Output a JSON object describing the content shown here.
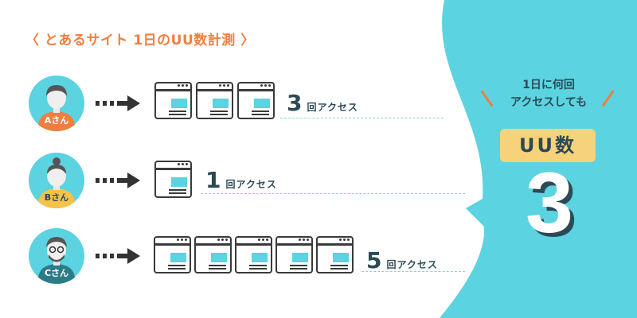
{
  "title": "〈 とあるサイト 1日のUU数計測 〉",
  "users": [
    {
      "label": "Aさん",
      "visits": 3,
      "unit": "回アクセス",
      "shirt_color": "#f07e3f"
    },
    {
      "label": "Bさん",
      "visits": 1,
      "unit": "回アクセス",
      "shirt_color": "#f6c24a"
    },
    {
      "label": "Cさん",
      "visits": 5,
      "unit": "回アクセス",
      "shirt_color": "#2c7c88"
    }
  ],
  "result": {
    "line1": "1日に何回",
    "line2": "アクセスしても",
    "badge": "UU数",
    "value": "3"
  },
  "colors": {
    "accent": "#f07e3f",
    "bubble": "#5bd3e0",
    "badge": "#f6d27a",
    "text": "#2c4a55"
  },
  "icons": [
    "person-avatar-icon",
    "arrow-right-icon",
    "browser-window-icon"
  ]
}
